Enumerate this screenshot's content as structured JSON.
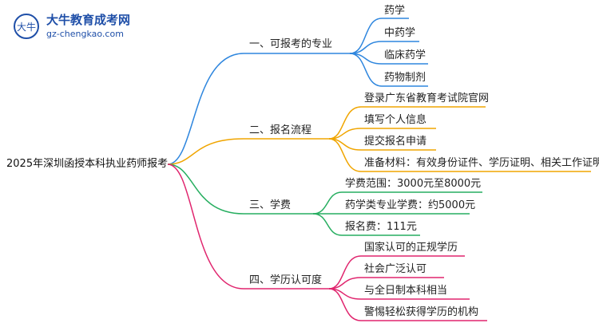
{
  "logo": {
    "title": "大牛教育成考网",
    "url": "gz-chengkao.com",
    "mark_text": "大牛"
  },
  "root": "2025年深圳函授本科执业药师报考",
  "branches": [
    {
      "label": "一、可报考的专业",
      "color": "#2e86de",
      "children": [
        "药学",
        "中药学",
        "临床药学",
        "药物制剂"
      ]
    },
    {
      "label": "二、报名流程",
      "color": "#f0a500",
      "children": [
        "登录广东省教育考试院官网",
        "填写个人信息",
        "提交报名申请",
        "准备材料：有效身份证件、学历证明、相关工作证明"
      ]
    },
    {
      "label": "三、学费",
      "color": "#27ae60",
      "children": [
        "学费范围：3000元至8000元",
        "药学类专业学费：约5000元",
        "报名费：111元"
      ]
    },
    {
      "label": "四、学历认可度",
      "color": "#e0256e",
      "children": [
        "国家认可的正规学历",
        "社会广泛认可",
        "与全日制本科相当",
        "警惕轻松获得学历的机构"
      ]
    }
  ]
}
